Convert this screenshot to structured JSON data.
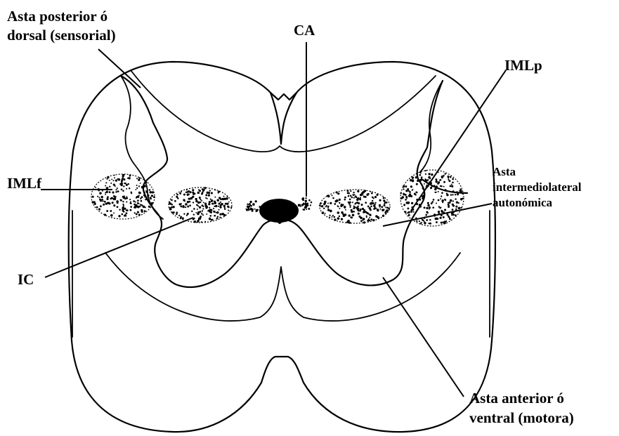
{
  "labels": {
    "dorsal_horn": [
      "Asta posterior ó",
      "dorsal (sensorial)"
    ],
    "ca": "CA",
    "imlp": "IMLp",
    "imlf": "IMLf",
    "intermediolateral": [
      "Asta",
      "intermediolateral",
      "autonómica"
    ],
    "ic": "IC",
    "ventral_horn": [
      "Asta anterior ó",
      "ventral (motora)"
    ]
  }
}
